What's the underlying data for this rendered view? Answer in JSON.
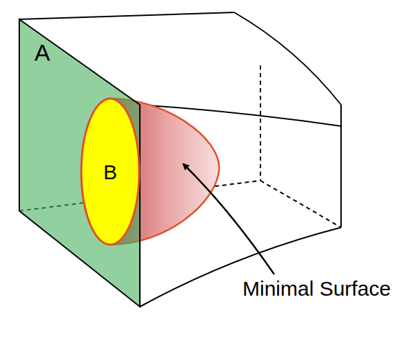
{
  "diagram": {
    "nodes": [
      {
        "text": [
          "A"
        ]
      },
      {
        "text": [
          "B"
        ],
        "in": 0
      }
    ],
    "labels": [
      "Minimal Surface"
    ]
  }
}
